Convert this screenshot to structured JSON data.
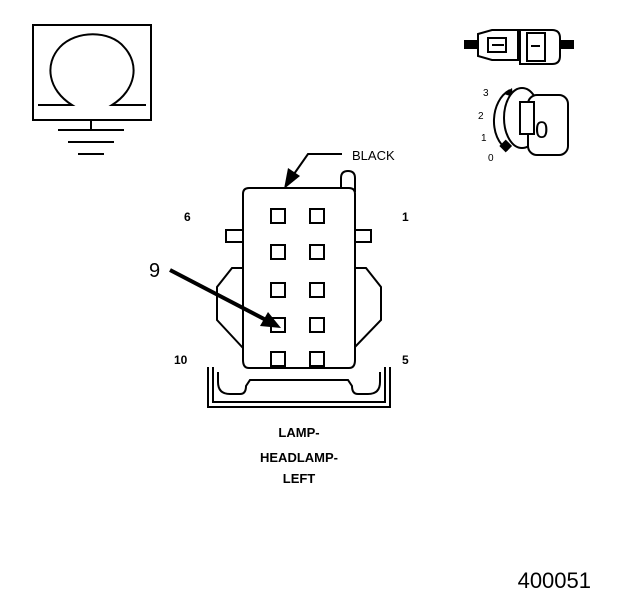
{
  "colors": {
    "ink": "#000000",
    "paper": "#ffffff"
  },
  "icons": {
    "ohmmeter": "ohm-icon",
    "ground": "ground-icon",
    "connector": "connector-separated-icon",
    "ignition": "ignition-key-icon"
  },
  "ohm_symbol": "Ω",
  "ignition": {
    "positions": [
      "3",
      "2",
      "1",
      "0"
    ],
    "key_position": "0"
  },
  "connector": {
    "wire_color": "BLACK",
    "pin_labels": {
      "top_left": "6",
      "top_right": "1",
      "bottom_left": "10",
      "bottom_right": "5"
    },
    "callout": "9",
    "name_lines": [
      "LAMP-",
      "HEADLAMP-",
      "LEFT"
    ]
  },
  "figure_id": "400051"
}
